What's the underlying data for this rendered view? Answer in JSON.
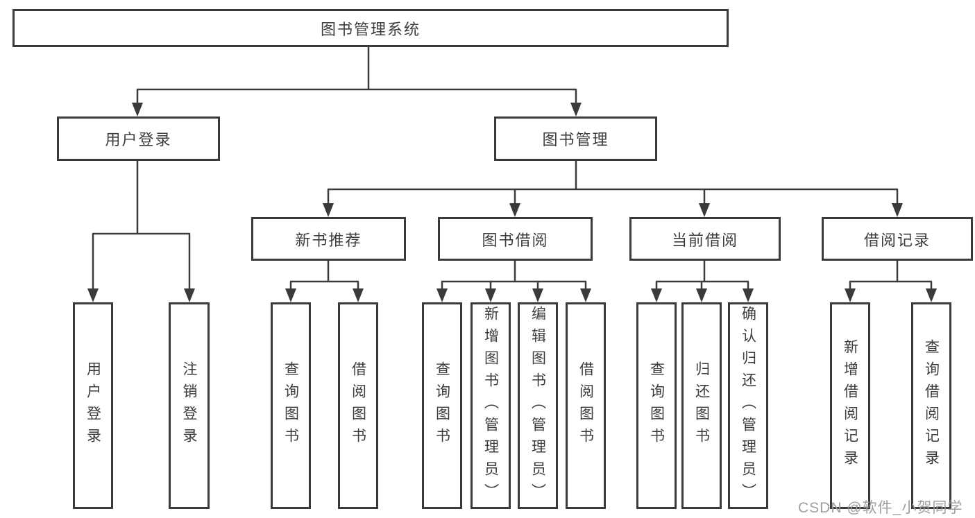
{
  "tree": {
    "label": "图书管理系统",
    "children": [
      {
        "label": "用户登录",
        "children": [
          {
            "label": "用户登录"
          },
          {
            "label": "注销登录"
          }
        ]
      },
      {
        "label": "图书管理",
        "children": [
          {
            "label": "新书推荐",
            "children": [
              {
                "label": "查询图书"
              },
              {
                "label": "借阅图书"
              }
            ]
          },
          {
            "label": "图书借阅",
            "children": [
              {
                "label": "查询图书"
              },
              {
                "label": "新增图书（管理员）"
              },
              {
                "label": "编辑图书（管理员）"
              },
              {
                "label": "借阅图书"
              }
            ]
          },
          {
            "label": "当前借阅",
            "children": [
              {
                "label": "查询图书"
              },
              {
                "label": "归还图书"
              },
              {
                "label": "确认归还（管理员）"
              }
            ]
          },
          {
            "label": "借阅记录",
            "children": [
              {
                "label": "新增借阅记录"
              },
              {
                "label": "查询借阅记录"
              }
            ]
          }
        ]
      }
    ]
  },
  "watermark": "CSDN @软件_小贺同学",
  "colors": {
    "line": "#3a3a3a",
    "node_border": "#3a3a3a",
    "node_text": "#3c3c3c",
    "watermark_text": "#9e9e9e",
    "background": "#ffffff"
  }
}
